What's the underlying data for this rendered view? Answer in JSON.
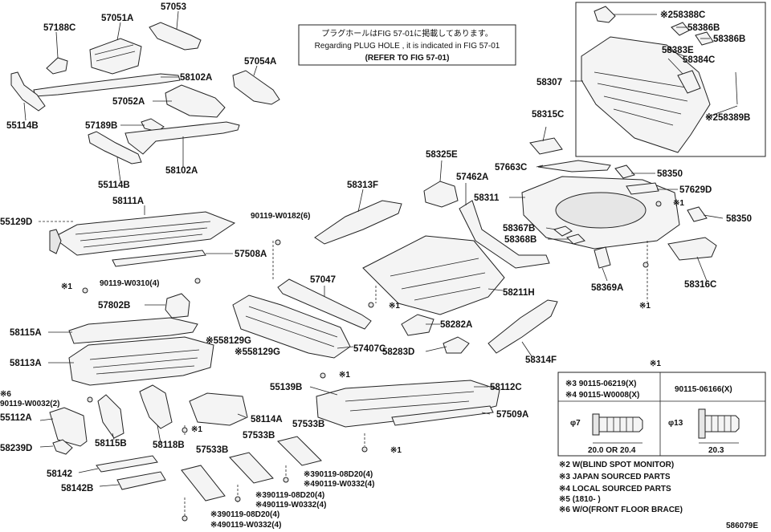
{
  "notice": {
    "line1": "プラグホールはFIG 57-01に掲載してあります。",
    "line2": "Regarding PLUG HOLE , it is indicated in FIG 57-01",
    "line3": "(REFER TO FIG 57-01)"
  },
  "parts": [
    {
      "id": "p57188C",
      "label": "57188C"
    },
    {
      "id": "p57051A",
      "label": "57051A"
    },
    {
      "id": "p57053",
      "label": "57053"
    },
    {
      "id": "p58102A_top",
      "label": "58102A"
    },
    {
      "id": "p57054A",
      "label": "57054A"
    },
    {
      "id": "p57052A",
      "label": "57052A"
    },
    {
      "id": "p55114B_left",
      "label": "55114B"
    },
    {
      "id": "p57189B",
      "label": "57189B"
    },
    {
      "id": "p55114B_mid",
      "label": "55114B"
    },
    {
      "id": "p58102A_bot",
      "label": "58102A"
    },
    {
      "id": "p58111A",
      "label": "58111A"
    },
    {
      "id": "p55129D",
      "label": "55129D"
    },
    {
      "id": "p57508A",
      "label": "57508A"
    },
    {
      "id": "p90119W0310",
      "label": "90119-W0310(4)"
    },
    {
      "id": "p57802B",
      "label": "57802B"
    },
    {
      "id": "p58115A",
      "label": "58115A"
    },
    {
      "id": "p58129G_a",
      "label": "※558129G"
    },
    {
      "id": "p58129G_b",
      "label": "※558129G"
    },
    {
      "id": "p58113A",
      "label": "58113A"
    },
    {
      "id": "p90119W0032",
      "label": "90119-W0032(2)"
    },
    {
      "id": "p55112A",
      "label": "55112A"
    },
    {
      "id": "p58115B",
      "label": "58115B"
    },
    {
      "id": "p58118B",
      "label": "58118B"
    },
    {
      "id": "p58114A",
      "label": "58114A"
    },
    {
      "id": "p58239D",
      "label": "58239D"
    },
    {
      "id": "p58142",
      "label": "58142"
    },
    {
      "id": "p58142B",
      "label": "58142B"
    },
    {
      "id": "p57533B_l",
      "label": "57533B"
    },
    {
      "id": "p57533B_m",
      "label": "57533B"
    },
    {
      "id": "p57533B_r",
      "label": "57533B"
    },
    {
      "id": "p90119W0182",
      "label": "90119-W0182(6)"
    },
    {
      "id": "p57047",
      "label": "57047"
    },
    {
      "id": "p57407C",
      "label": "57407C"
    },
    {
      "id": "p55139B",
      "label": "55139B"
    },
    {
      "id": "p58112C",
      "label": "58112C"
    },
    {
      "id": "p57509A",
      "label": "57509A"
    },
    {
      "id": "p58313F",
      "label": "58313F"
    },
    {
      "id": "p58325E",
      "label": "58325E"
    },
    {
      "id": "p57462A",
      "label": "57462A"
    },
    {
      "id": "p58211H",
      "label": "58211H"
    },
    {
      "id": "p58282A",
      "label": "58282A"
    },
    {
      "id": "p58283D",
      "label": "58283D"
    },
    {
      "id": "p58314F",
      "label": "58314F"
    },
    {
      "id": "p58311",
      "label": "58311"
    },
    {
      "id": "p58367B",
      "label": "58367B"
    },
    {
      "id": "p58368B",
      "label": "58368B"
    },
    {
      "id": "p58369A",
      "label": "58369A"
    },
    {
      "id": "p58315C",
      "label": "58315C"
    },
    {
      "id": "p57663C",
      "label": "57663C"
    },
    {
      "id": "p58350_a",
      "label": "58350"
    },
    {
      "id": "p57629D",
      "label": "57629D"
    },
    {
      "id": "p58350_b",
      "label": "58350"
    },
    {
      "id": "p58316C",
      "label": "58316C"
    },
    {
      "id": "p58307",
      "label": "58307"
    },
    {
      "id": "p58388C",
      "label": "※258388C"
    },
    {
      "id": "p58386B_a",
      "label": "58386B"
    },
    {
      "id": "p58386B_b",
      "label": "58386B"
    },
    {
      "id": "p58383E",
      "label": "58383E"
    },
    {
      "id": "p58384C",
      "label": "58384C"
    },
    {
      "id": "p58389B",
      "label": "※258389B"
    }
  ],
  "fasteners": {
    "f1a": "※1",
    "f1b": "※1",
    "f1c": "※1",
    "f1d": "※1",
    "f1e": "※1",
    "f1f": "※1",
    "f1g": "※1",
    "f6": "※6",
    "s3a": "※390119-08D20(4)",
    "s4a": "※490119-W0332(4)",
    "s3b": "※390119-08D20(4)",
    "s4b": "※490119-W0332(4)",
    "s3c": "※390119-08D20(4)",
    "s4c": "※490119-W0332(4)"
  },
  "spec_table": {
    "title": "※1",
    "col1_line1": "※3 90115-06219(X)",
    "col1_line2": "※4 90115-W0008(X)",
    "col2_header": "90115-06166(X)",
    "dim_a": "φ7",
    "dim_b": "20.0 OR 20.4",
    "dim_c": "φ13",
    "dim_d": "20.3"
  },
  "footnotes": [
    "※2 W(BLIND SPOT MONITOR)",
    "※3 JAPAN SOURCED PARTS",
    "※4 LOCAL SOURCED PARTS",
    "※5 (1810-      )",
    "※6 W/O(FRONT FLOOR BRACE)"
  ],
  "figure_code": "586079E"
}
